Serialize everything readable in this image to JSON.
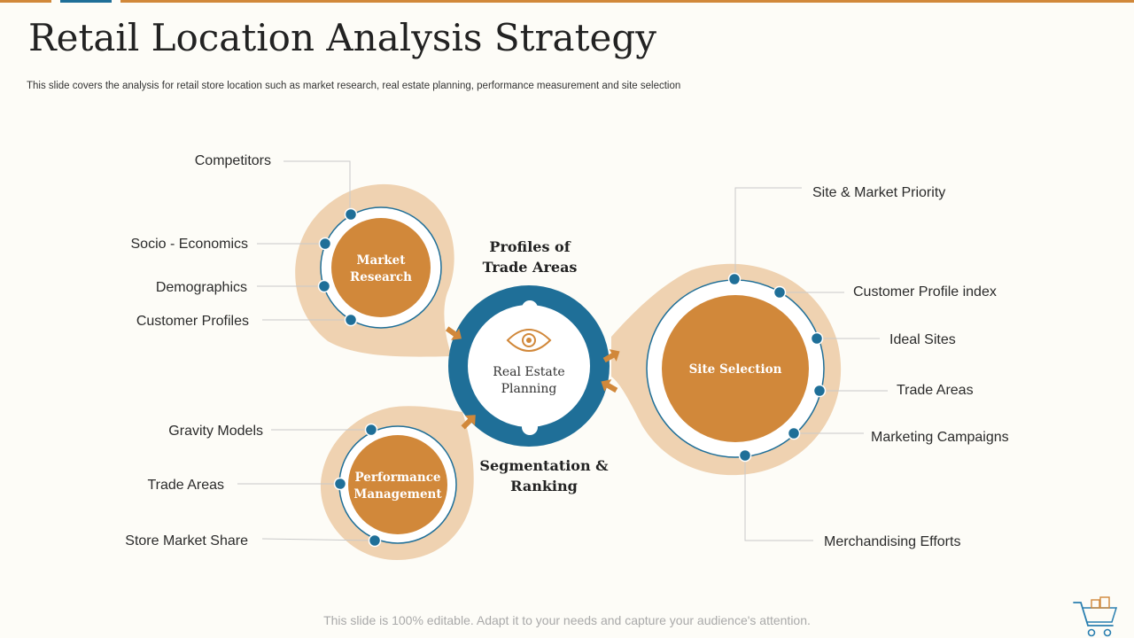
{
  "page": {
    "title": "Retail Location Analysis Strategy",
    "subtitle": "This slide covers the analysis for retail store location such as market research, real estate planning, performance measurement and site selection",
    "footer": "This slide is 100% editable. Adapt it to your needs and capture your audience's attention."
  },
  "diagram": {
    "center": {
      "line1": "Real Estate",
      "line2": "Planning",
      "icon": "eye-icon"
    },
    "hub_labels": {
      "top": {
        "line1": "Profiles of",
        "line2": "Trade Areas"
      },
      "bottom": {
        "line1": "Segmentation &",
        "line2": "Ranking"
      }
    },
    "market_research": {
      "line1": "Market",
      "line2": "Research",
      "items": [
        "Competitors",
        "Socio - Economics",
        "Demographics",
        "Customer Profiles"
      ]
    },
    "performance_management": {
      "line1": "Performance",
      "line2": "Management",
      "items": [
        "Gravity Models",
        "Trade Areas",
        "Store Market Share"
      ]
    },
    "site_selection": {
      "label": "Site Selection",
      "items": [
        "Site & Market Priority",
        "Customer Profile index",
        "Ideal Sites",
        "Trade Areas",
        "Marketing Campaigns",
        "Merchandising Efforts"
      ]
    }
  },
  "colors": {
    "accent_orange": "#d1883a",
    "accent_blue": "#1f6f98",
    "petal": "#efd2b1",
    "background": "#fdfcf7"
  },
  "icons": [
    "eye-icon",
    "arrow-icon",
    "shopping-cart-icon"
  ]
}
